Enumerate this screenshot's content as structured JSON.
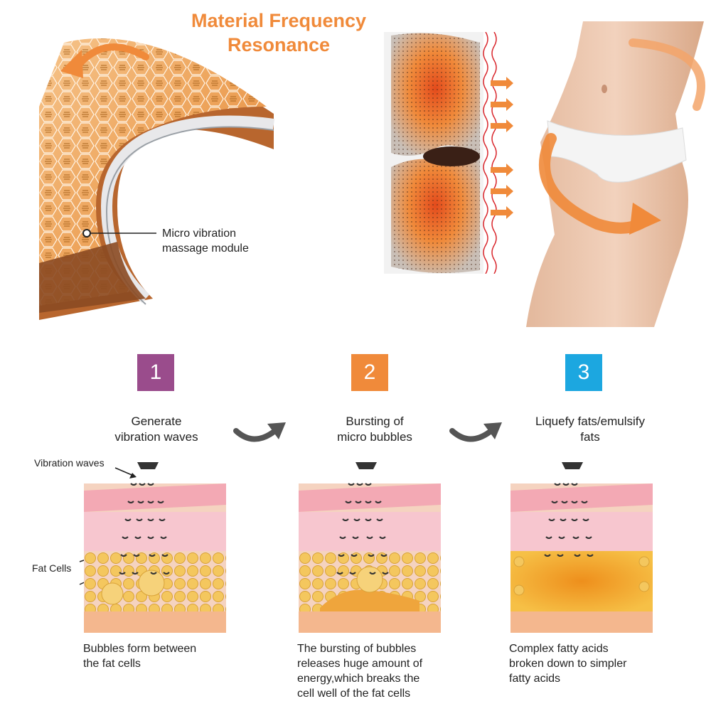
{
  "title_line1": "Material Frequency",
  "title_line2": "Resonance",
  "module_label_line1": "Micro vibration",
  "module_label_line2": "massage module",
  "vibration_waves_label": "Vibration waves",
  "fat_cells_label": "Fat Cells",
  "colors": {
    "accent_orange": "#f08a3a",
    "badge_purple": "#9a4c8c",
    "badge_orange": "#f08a3a",
    "badge_blue": "#1ca7e0",
    "arrow_grey": "#555555"
  },
  "steps": [
    {
      "number": "1",
      "title_line1": "Generate",
      "title_line2": "vibration waves",
      "desc_line1": "Bubbles form between",
      "desc_line2": "the fat cells",
      "desc_line3": "",
      "desc_line4": ""
    },
    {
      "number": "2",
      "title_line1": "Bursting of",
      "title_line2": "micro bubbles",
      "desc_line1": "The bursting of bubbles",
      "desc_line2": "releases huge amount of",
      "desc_line3": "energy,which breaks the",
      "desc_line4": "cell well of the fat cells"
    },
    {
      "number": "3",
      "title_line1": "Liquefy fats/emulsify",
      "title_line2": "fats",
      "desc_line1": "Complex fatty acids",
      "desc_line2": "broken down to simpler",
      "desc_line3": "fatty acids",
      "desc_line4": ""
    }
  ]
}
